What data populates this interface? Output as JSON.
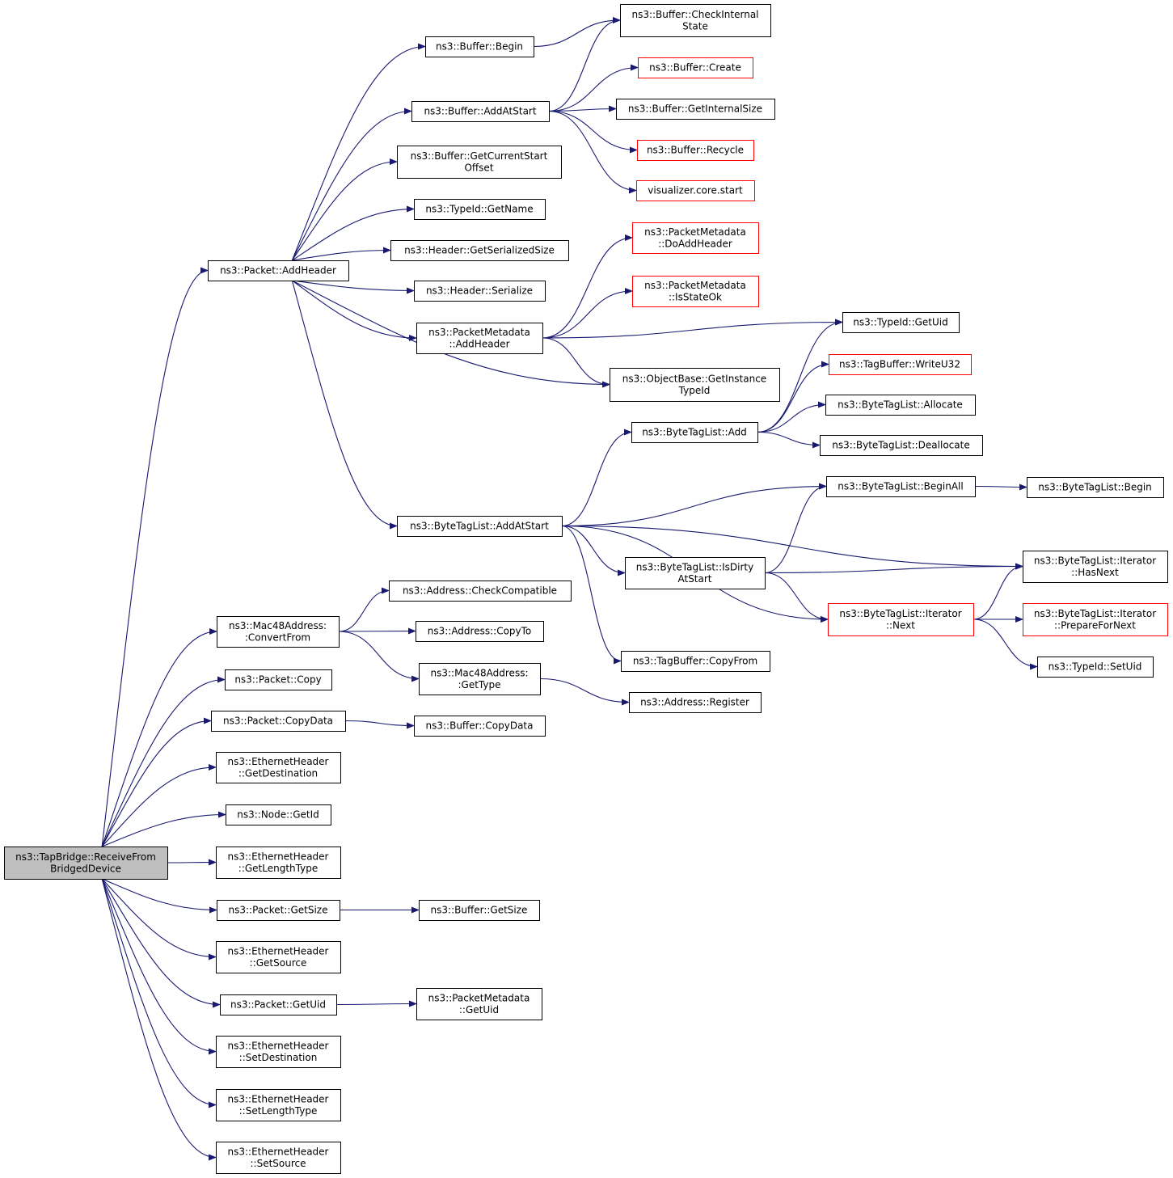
{
  "colors": {
    "edge": "#191970",
    "node_border": "#000000",
    "truncated_border": "#ff0000",
    "root_fill": "#bfbfbf",
    "node_fill": "#ffffff"
  },
  "nodes": [
    {
      "id": "root",
      "lines": [
        "ns3::TapBridge::ReceiveFrom",
        "BridgedDevice"
      ],
      "style": "root"
    },
    {
      "id": "pkt_addheader",
      "lines": [
        "ns3::Packet::AddHeader"
      ]
    },
    {
      "id": "mac48_convertfrom",
      "lines": [
        "ns3::Mac48Address:",
        ":ConvertFrom"
      ]
    },
    {
      "id": "pkt_copy",
      "lines": [
        "ns3::Packet::Copy"
      ]
    },
    {
      "id": "pkt_copydata",
      "lines": [
        "ns3::Packet::CopyData"
      ]
    },
    {
      "id": "eth_getdest",
      "lines": [
        "ns3::EthernetHeader",
        "::GetDestination"
      ]
    },
    {
      "id": "node_getid",
      "lines": [
        "ns3::Node::GetId"
      ]
    },
    {
      "id": "eth_getlentype",
      "lines": [
        "ns3::EthernetHeader",
        "::GetLengthType"
      ]
    },
    {
      "id": "pkt_getsize",
      "lines": [
        "ns3::Packet::GetSize"
      ]
    },
    {
      "id": "eth_getsource",
      "lines": [
        "ns3::EthernetHeader",
        "::GetSource"
      ]
    },
    {
      "id": "pkt_getuid",
      "lines": [
        "ns3::Packet::GetUid"
      ]
    },
    {
      "id": "eth_setdest",
      "lines": [
        "ns3::EthernetHeader",
        "::SetDestination"
      ]
    },
    {
      "id": "eth_setlentype",
      "lines": [
        "ns3::EthernetHeader",
        "::SetLengthType"
      ]
    },
    {
      "id": "eth_setsource",
      "lines": [
        "ns3::EthernetHeader",
        "::SetSource"
      ]
    },
    {
      "id": "buf_begin",
      "lines": [
        "ns3::Buffer::Begin"
      ]
    },
    {
      "id": "buf_addatstart",
      "lines": [
        "ns3::Buffer::AddAtStart"
      ]
    },
    {
      "id": "buf_getcurstart",
      "lines": [
        "ns3::Buffer::GetCurrentStart",
        "Offset"
      ]
    },
    {
      "id": "typeid_getname",
      "lines": [
        "ns3::TypeId::GetName"
      ]
    },
    {
      "id": "hdr_getsersize",
      "lines": [
        "ns3::Header::GetSerializedSize"
      ]
    },
    {
      "id": "hdr_serialize",
      "lines": [
        "ns3::Header::Serialize"
      ]
    },
    {
      "id": "pm_addheader",
      "lines": [
        "ns3::PacketMetadata",
        "::AddHeader"
      ]
    },
    {
      "id": "btl_addatstart",
      "lines": [
        "ns3::ByteTagList::AddAtStart"
      ]
    },
    {
      "id": "addr_checkcompat",
      "lines": [
        "ns3::Address::CheckCompatible"
      ]
    },
    {
      "id": "addr_copyto",
      "lines": [
        "ns3::Address::CopyTo"
      ]
    },
    {
      "id": "mac48_gettype",
      "lines": [
        "ns3::Mac48Address:",
        ":GetType"
      ]
    },
    {
      "id": "buf_copydata",
      "lines": [
        "ns3::Buffer::CopyData"
      ]
    },
    {
      "id": "buf_getsize",
      "lines": [
        "ns3::Buffer::GetSize"
      ]
    },
    {
      "id": "pm_getuid",
      "lines": [
        "ns3::PacketMetadata",
        "::GetUid"
      ]
    },
    {
      "id": "buf_checkinternal",
      "lines": [
        "ns3::Buffer::CheckInternal",
        "State"
      ]
    },
    {
      "id": "buf_create",
      "lines": [
        "ns3::Buffer::Create"
      ],
      "style": "truncated"
    },
    {
      "id": "buf_getinternalsize",
      "lines": [
        "ns3::Buffer::GetInternalSize"
      ]
    },
    {
      "id": "buf_recycle",
      "lines": [
        "ns3::Buffer::Recycle"
      ],
      "style": "truncated"
    },
    {
      "id": "vis_core_start",
      "lines": [
        "visualizer.core.start"
      ],
      "style": "truncated"
    },
    {
      "id": "pm_doaddheader",
      "lines": [
        "ns3::PacketMetadata",
        "::DoAddHeader"
      ],
      "style": "truncated"
    },
    {
      "id": "pm_isstateok",
      "lines": [
        "ns3::PacketMetadata",
        "::IsStateOk"
      ],
      "style": "truncated"
    },
    {
      "id": "typeid_getuid",
      "lines": [
        "ns3::TypeId::GetUid"
      ]
    },
    {
      "id": "objbase_getinst",
      "lines": [
        "ns3::ObjectBase::GetInstance",
        "TypeId"
      ]
    },
    {
      "id": "btl_add",
      "lines": [
        "ns3::ByteTagList::Add"
      ]
    },
    {
      "id": "btl_isdirty",
      "lines": [
        "ns3::ByteTagList::IsDirty",
        "AtStart"
      ]
    },
    {
      "id": "tagbuf_copyfrom",
      "lines": [
        "ns3::TagBuffer::CopyFrom"
      ]
    },
    {
      "id": "addr_register",
      "lines": [
        "ns3::Address::Register"
      ]
    },
    {
      "id": "tagbuf_writeu32",
      "lines": [
        "ns3::TagBuffer::WriteU32"
      ],
      "style": "truncated"
    },
    {
      "id": "btl_allocate",
      "lines": [
        "ns3::ByteTagList::Allocate"
      ]
    },
    {
      "id": "btl_deallocate",
      "lines": [
        "ns3::ByteTagList::Deallocate"
      ]
    },
    {
      "id": "btl_beginall",
      "lines": [
        "ns3::ByteTagList::BeginAll"
      ]
    },
    {
      "id": "btl_iter_next",
      "lines": [
        "ns3::ByteTagList::Iterator",
        "::Next"
      ],
      "style": "truncated"
    },
    {
      "id": "btl_begin",
      "lines": [
        "ns3::ByteTagList::Begin"
      ]
    },
    {
      "id": "btl_iter_hasnext",
      "lines": [
        "ns3::ByteTagList::Iterator",
        "::HasNext"
      ]
    },
    {
      "id": "btl_iter_prepnext",
      "lines": [
        "ns3::ByteTagList::Iterator",
        "::PrepareForNext"
      ],
      "style": "truncated"
    },
    {
      "id": "typeid_setuid",
      "lines": [
        "ns3::TypeId::SetUid"
      ]
    }
  ],
  "edges": [
    [
      "root",
      "pkt_addheader"
    ],
    [
      "root",
      "mac48_convertfrom"
    ],
    [
      "root",
      "pkt_copy"
    ],
    [
      "root",
      "pkt_copydata"
    ],
    [
      "root",
      "eth_getdest"
    ],
    [
      "root",
      "node_getid"
    ],
    [
      "root",
      "eth_getlentype"
    ],
    [
      "root",
      "pkt_getsize"
    ],
    [
      "root",
      "eth_getsource"
    ],
    [
      "root",
      "pkt_getuid"
    ],
    [
      "root",
      "eth_setdest"
    ],
    [
      "root",
      "eth_setlentype"
    ],
    [
      "root",
      "eth_setsource"
    ],
    [
      "pkt_addheader",
      "buf_begin"
    ],
    [
      "pkt_addheader",
      "buf_addatstart"
    ],
    [
      "pkt_addheader",
      "buf_getcurstart"
    ],
    [
      "pkt_addheader",
      "typeid_getname"
    ],
    [
      "pkt_addheader",
      "hdr_getsersize"
    ],
    [
      "pkt_addheader",
      "hdr_serialize"
    ],
    [
      "pkt_addheader",
      "pm_addheader"
    ],
    [
      "pkt_addheader",
      "objbase_getinst"
    ],
    [
      "pkt_addheader",
      "btl_addatstart"
    ],
    [
      "buf_begin",
      "buf_checkinternal"
    ],
    [
      "buf_addatstart",
      "buf_checkinternal"
    ],
    [
      "buf_addatstart",
      "buf_create"
    ],
    [
      "buf_addatstart",
      "buf_getinternalsize"
    ],
    [
      "buf_addatstart",
      "buf_recycle"
    ],
    [
      "buf_addatstart",
      "vis_core_start"
    ],
    [
      "pm_addheader",
      "pm_doaddheader"
    ],
    [
      "pm_addheader",
      "pm_isstateok"
    ],
    [
      "pm_addheader",
      "typeid_getuid"
    ],
    [
      "pm_addheader",
      "objbase_getinst"
    ],
    [
      "btl_addatstart",
      "btl_add"
    ],
    [
      "btl_addatstart",
      "btl_beginall"
    ],
    [
      "btl_addatstart",
      "btl_iter_hasnext"
    ],
    [
      "btl_addatstart",
      "btl_isdirty"
    ],
    [
      "btl_addatstart",
      "btl_iter_next"
    ],
    [
      "btl_addatstart",
      "tagbuf_copyfrom"
    ],
    [
      "btl_add",
      "typeid_getuid"
    ],
    [
      "btl_add",
      "tagbuf_writeu32"
    ],
    [
      "btl_add",
      "btl_allocate"
    ],
    [
      "btl_add",
      "btl_deallocate"
    ],
    [
      "btl_isdirty",
      "btl_beginall"
    ],
    [
      "btl_isdirty",
      "btl_iter_hasnext"
    ],
    [
      "btl_isdirty",
      "btl_iter_next"
    ],
    [
      "btl_beginall",
      "btl_begin"
    ],
    [
      "btl_iter_next",
      "btl_iter_hasnext"
    ],
    [
      "btl_iter_next",
      "btl_iter_prepnext"
    ],
    [
      "btl_iter_next",
      "typeid_setuid"
    ],
    [
      "mac48_convertfrom",
      "addr_checkcompat"
    ],
    [
      "mac48_convertfrom",
      "addr_copyto"
    ],
    [
      "mac48_convertfrom",
      "mac48_gettype"
    ],
    [
      "mac48_gettype",
      "addr_register"
    ],
    [
      "pkt_copydata",
      "buf_copydata"
    ],
    [
      "pkt_getsize",
      "buf_getsize"
    ],
    [
      "pkt_getuid",
      "pm_getuid"
    ]
  ]
}
